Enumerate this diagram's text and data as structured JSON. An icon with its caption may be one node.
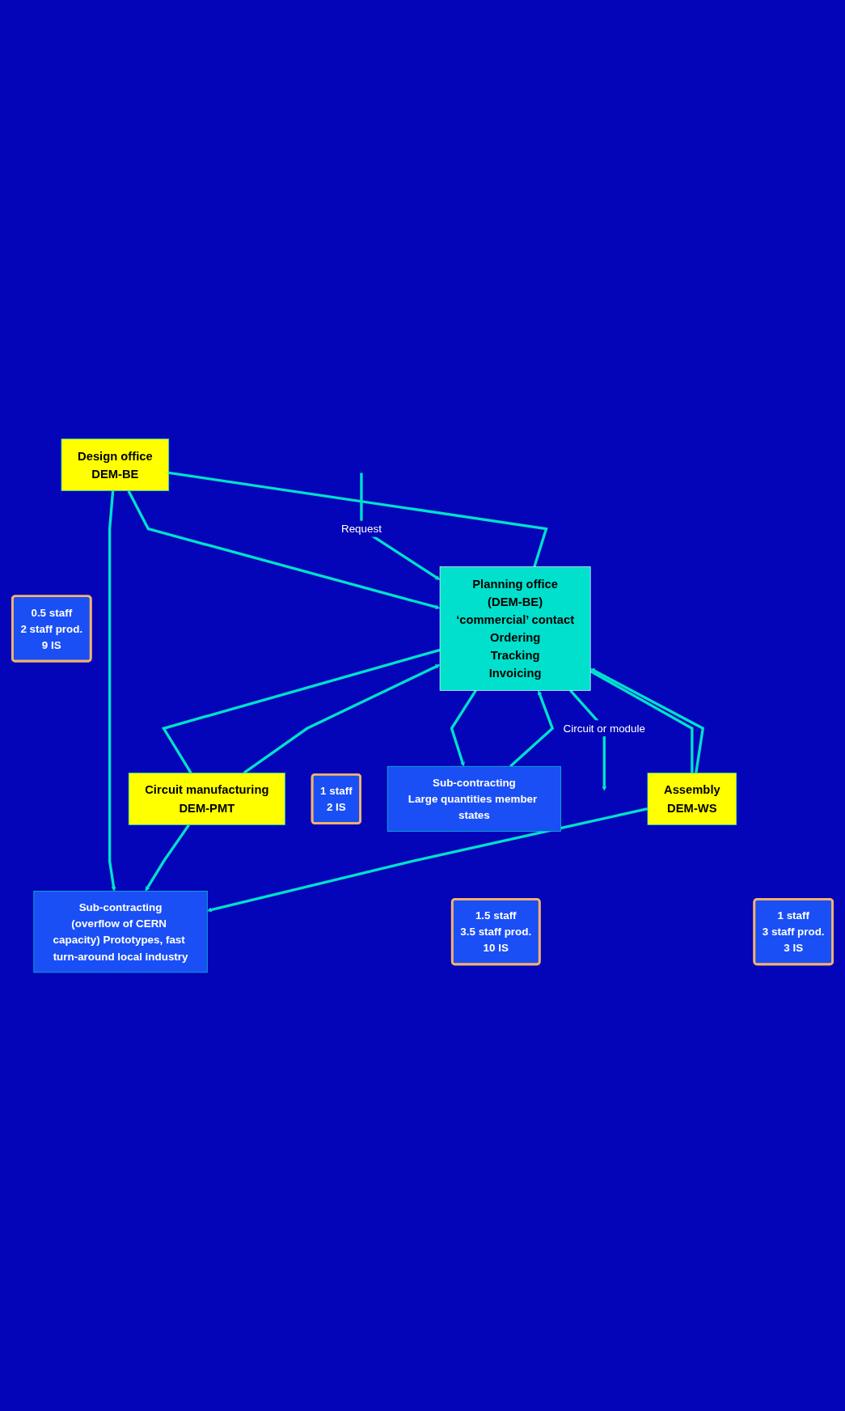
{
  "diagram": {
    "nodes": [
      {
        "text": [
          "Design office",
          "DEM-BE"
        ]
      },
      {
        "text": [
          "0.5 staff",
          "2 staff prod.",
          "9 IS"
        ]
      },
      {
        "text": [
          "Circuit manufacturing",
          "DEM-PMT"
        ]
      },
      {
        "text": [
          "1.5 staff",
          "3.5 staff prod.",
          "10 IS"
        ]
      },
      {
        "text": [
          "Assembly",
          "DEM-WS"
        ]
      },
      {
        "text": [
          "1 staff",
          "3 staff prod.",
          "3 IS"
        ]
      },
      {
        "text": [
          "Sub-contracting",
          "(overflow of CERN capacity) Prototypes, fast turn-around local industry"
        ]
      },
      {
        "text": [
          "Planning office",
          "(DEM-BE)",
          "‘commercial’ contact",
          "Ordering",
          "Tracking",
          "Invoicing"
        ]
      },
      {
        "text": [
          "1 staff",
          "2 IS"
        ]
      },
      {
        "text": [
          "Sub-contracting",
          "Large quantities member states"
        ]
      }
    ],
    "edges": [
      {
        "from": 0,
        "to": 6,
        "arrow": "to"
      },
      {
        "from": 2,
        "to": 6,
        "arrow": "to"
      },
      {
        "from": 4,
        "to": 6,
        "arrow": "to"
      },
      {
        "from": 7,
        "to": 0,
        "arrow": "none"
      },
      {
        "from": 0,
        "to": 7,
        "arrow": "to"
      },
      {
        "from": 7,
        "to": 2,
        "arrow": "none"
      },
      {
        "from": 2,
        "to": 7,
        "arrow": "to"
      },
      {
        "from": 7,
        "to": 4,
        "arrow": "none"
      },
      {
        "from": 4,
        "to": 7,
        "arrow": "to"
      },
      {
        "from": null,
        "to": 7,
        "arrow": "to",
        "label": "Request"
      },
      {
        "from": 7,
        "to": null,
        "arrow": "to",
        "label": "Circuit or module"
      },
      {
        "from": 7,
        "to": 9,
        "arrow": "to"
      },
      {
        "from": 9,
        "to": 7,
        "arrow": "to"
      }
    ]
  }
}
